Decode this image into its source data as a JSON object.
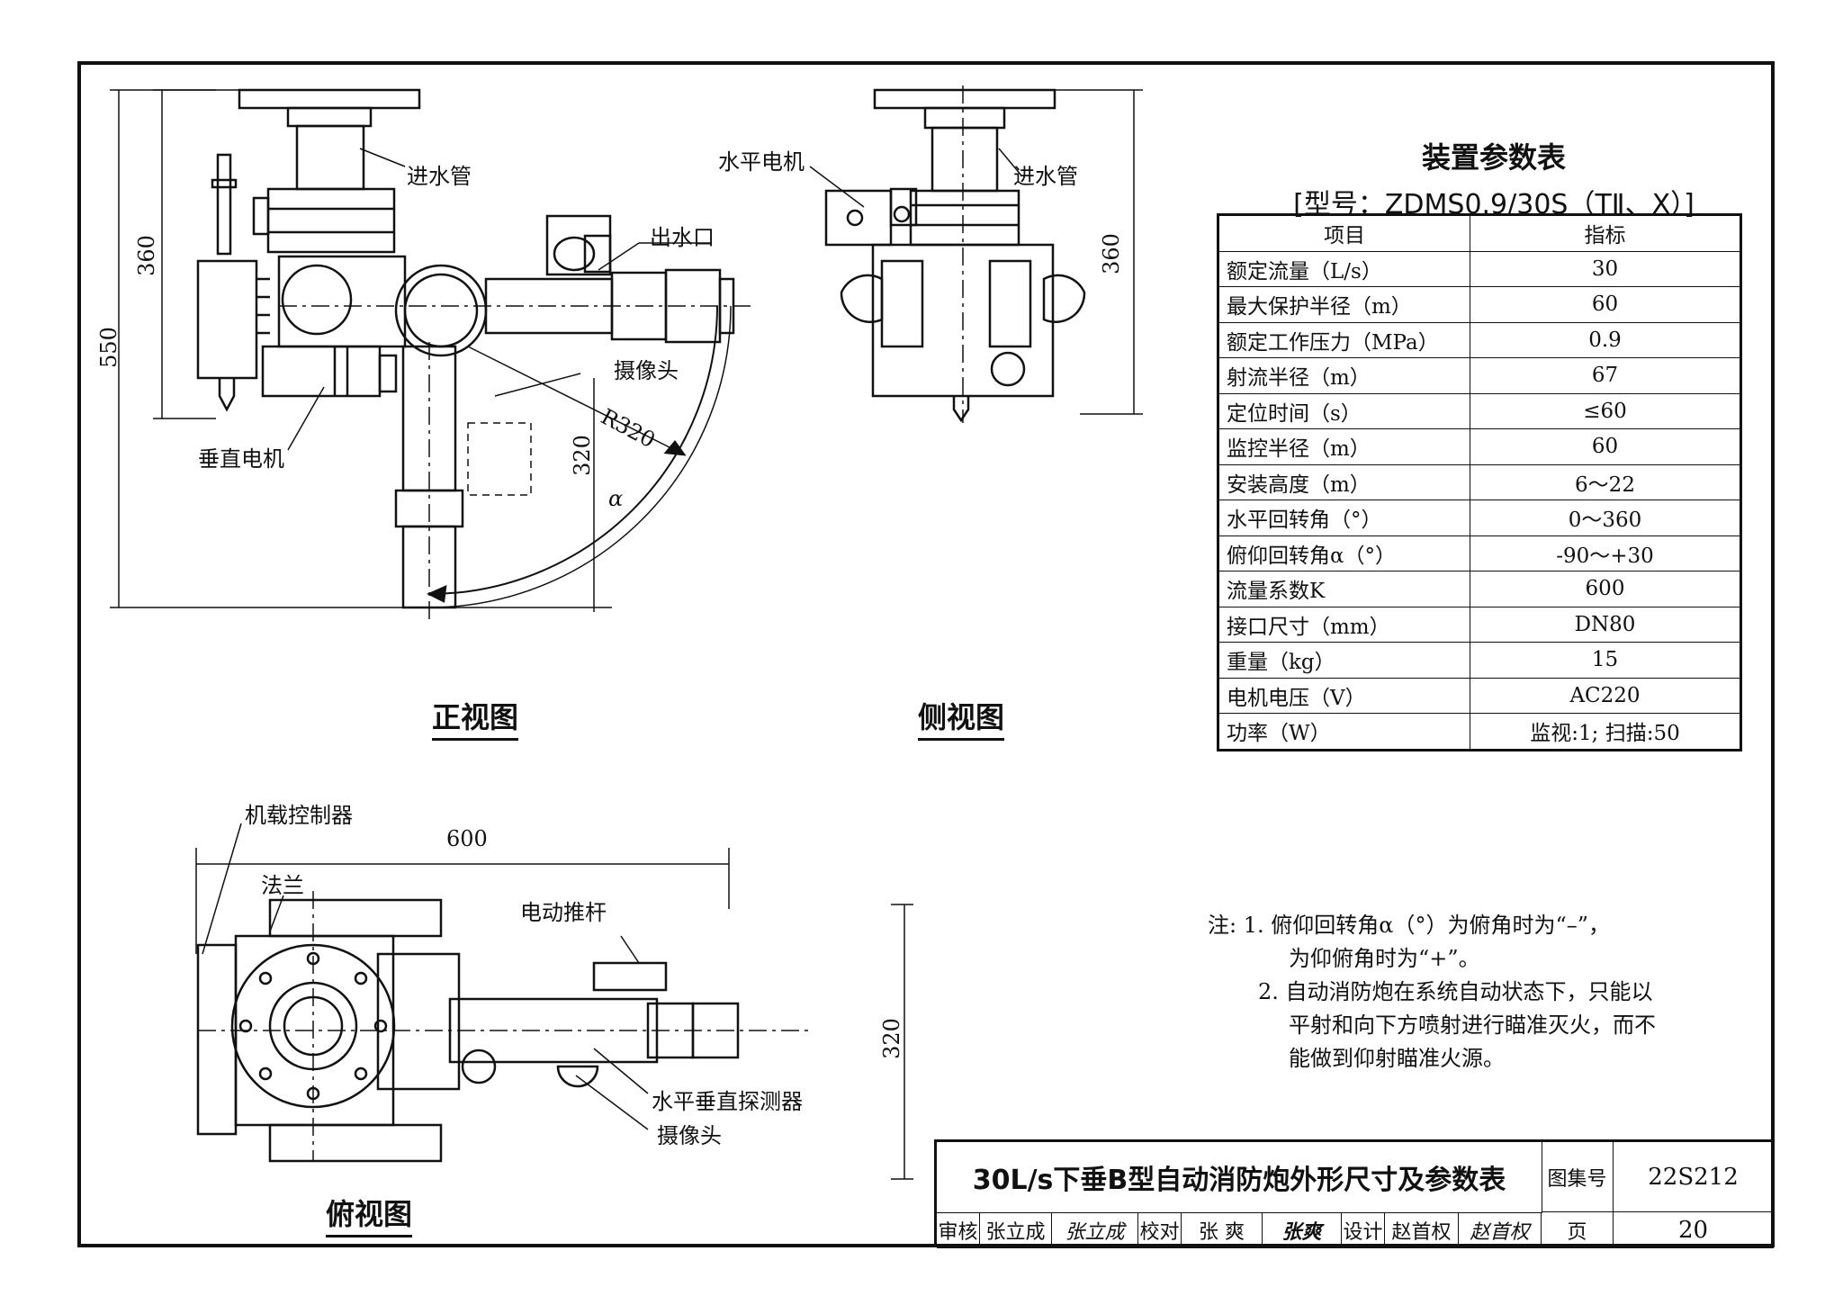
{
  "front_view": {
    "title": "正视图",
    "labels": {
      "inlet_pipe": "进水管",
      "outlet": "出水口",
      "camera": "摄像头",
      "vertical_motor": "垂直电机",
      "radius": "R320",
      "alpha": "α"
    },
    "dims": {
      "d360": "360",
      "d550": "550",
      "d320": "320"
    }
  },
  "side_view": {
    "title": "侧视图",
    "labels": {
      "horizontal_motor": "水平电机",
      "inlet_pipe": "进水管"
    },
    "dims": {
      "d360": "360"
    }
  },
  "top_view": {
    "title": "俯视图",
    "labels": {
      "controller": "机载控制器",
      "flange": "法兰",
      "actuator": "电动推杆",
      "detector": "水平垂直探测器",
      "camera": "摄像头"
    },
    "dims": {
      "d600": "600",
      "d320": "320"
    }
  },
  "params": {
    "title": "装置参数表",
    "model": "[型号：ZDMS0.9/30S（TⅡ、X）]",
    "headers": [
      "项目",
      "指标"
    ],
    "rows": [
      {
        "item": "额定流量（L/s）",
        "value": "30"
      },
      {
        "item": "最大保护半径（m）",
        "value": "60"
      },
      {
        "item": "额定工作压力（MPa）",
        "value": "0.9"
      },
      {
        "item": "射流半径（m）",
        "value": "67"
      },
      {
        "item": "定位时间（s）",
        "value": "≤60"
      },
      {
        "item": "监控半径（m）",
        "value": "60"
      },
      {
        "item": "安装高度（m）",
        "value": "6～22"
      },
      {
        "item": "水平回转角（°）",
        "value": "0～360"
      },
      {
        "item": "俯仰回转角α（°）",
        "value": "-90～+30"
      },
      {
        "item": "流量系数K",
        "value": "600"
      },
      {
        "item": "接口尺寸（mm）",
        "value": "DN80"
      },
      {
        "item": "重量（kg）",
        "value": "15"
      },
      {
        "item": "电机电压（V）",
        "value": "AC220"
      },
      {
        "item": "功率（W）",
        "value": "监视:1; 扫描:50"
      }
    ]
  },
  "notes": {
    "prefix": "注:",
    "lines": [
      "1. 俯仰回转角α（°）为俯角时为“–”，",
      "为仰俯角时为“+”。",
      "2. 自动消防炮在系统自动状态下，只能以",
      "平射和向下方喷射进行瞄准灭火，而不",
      "能做到仰射瞄准火源。"
    ]
  },
  "title_block": {
    "title": "30L/s下垂B型自动消防炮外形尺寸及参数表",
    "atlas_label": "图集号",
    "atlas_no": "22S212",
    "review_label": "审核",
    "reviewer": "张立成",
    "reviewer_sig": "张立成",
    "check_label": "校对",
    "checker": "张 爽",
    "checker_sig": "张爽",
    "design_label": "设计",
    "designer": "赵首权",
    "designer_sig": "赵首权",
    "page_label": "页",
    "page_no": "20"
  }
}
